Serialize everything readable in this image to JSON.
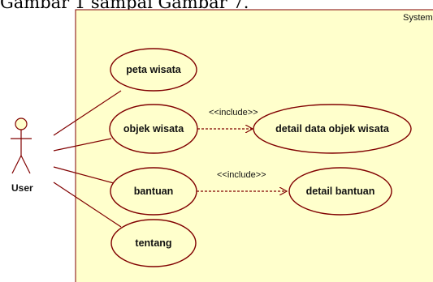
{
  "caption": "Gambar 1 sampai Gambar 7.",
  "colors": {
    "boundary_fill": "#ffffcc",
    "boundary_stroke": "#800000",
    "usecase_fill": "#ffffcc",
    "line": "#800000"
  },
  "system": {
    "label": "System"
  },
  "actor": {
    "label": "User",
    "icon": "stick-figure-icon"
  },
  "use_cases": [
    {
      "id": "peta",
      "label": "peta wisata"
    },
    {
      "id": "objek",
      "label": "objek wisata"
    },
    {
      "id": "detail-objek",
      "label": "detail data objek wisata"
    },
    {
      "id": "bantuan",
      "label": "bantuan"
    },
    {
      "id": "detail-bantuan",
      "label": "detail bantuan"
    },
    {
      "id": "tentang",
      "label": "tentang"
    }
  ],
  "associations": [
    {
      "from": "User",
      "to": "peta"
    },
    {
      "from": "User",
      "to": "objek"
    },
    {
      "from": "User",
      "to": "bantuan"
    },
    {
      "from": "User",
      "to": "tentang"
    }
  ],
  "includes": [
    {
      "from": "objek",
      "to": "detail-objek",
      "label": "<<include>>"
    },
    {
      "from": "bantuan",
      "to": "detail-bantuan",
      "label": "<<include>>"
    }
  ]
}
